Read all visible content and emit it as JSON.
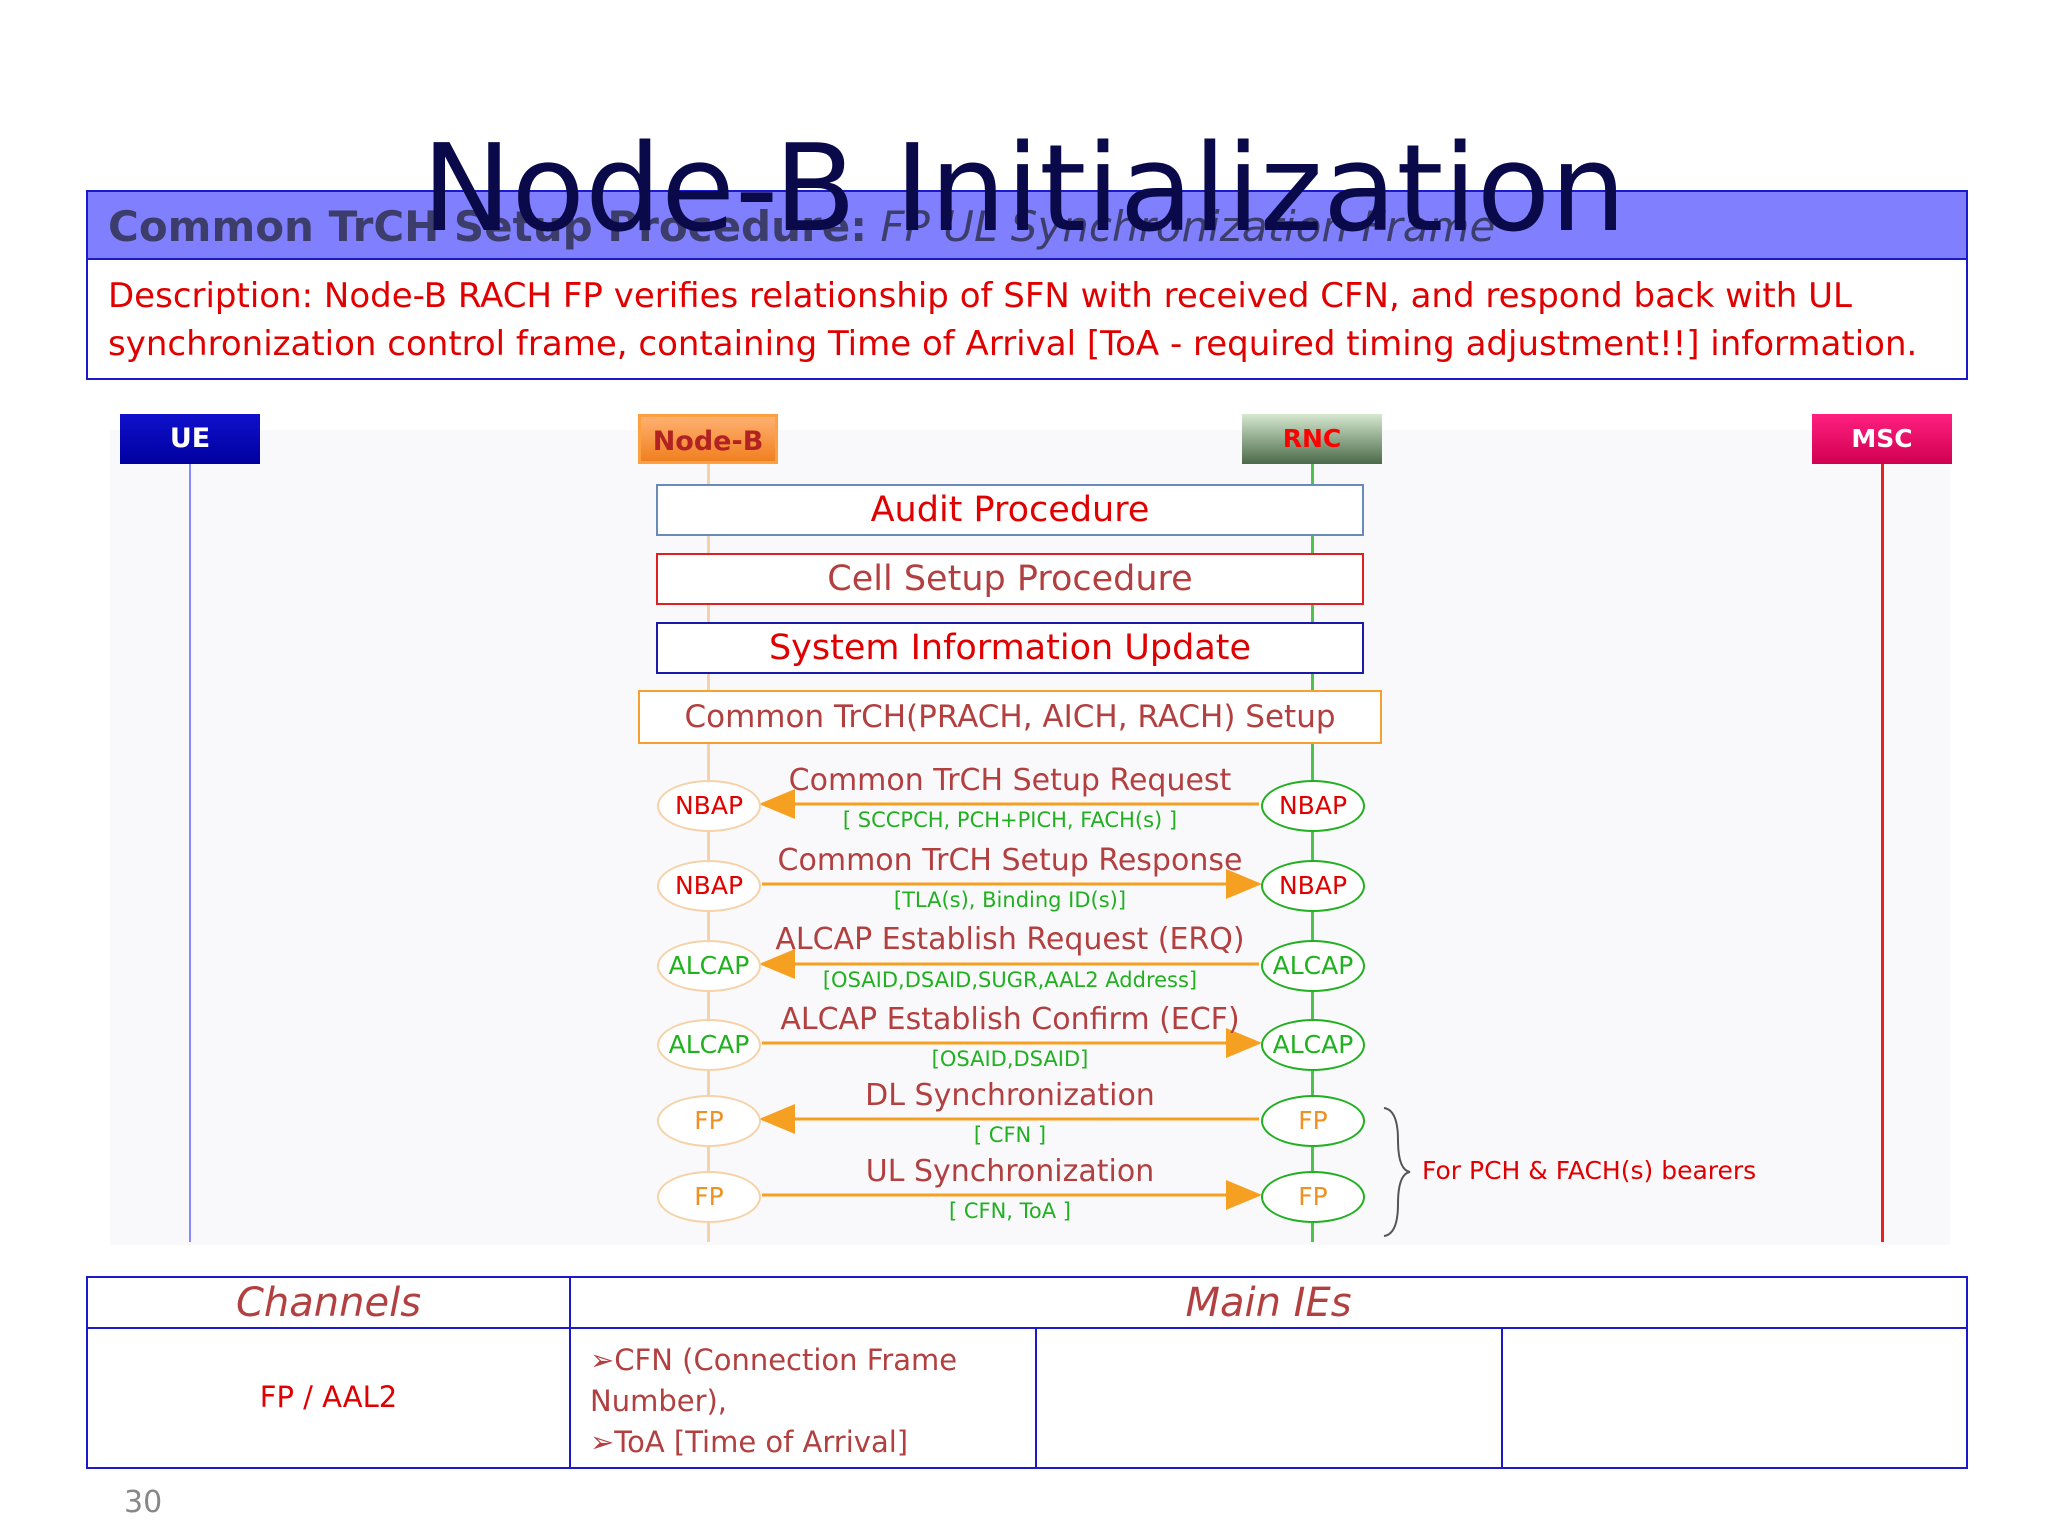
{
  "slide": {
    "title": "Node-B Initialization",
    "header_main": "Common TrCH Setup Procedure:",
    "header_sub": " FP UL Synchronization Frame",
    "description": "Description: Node-B RACH FP verifies relationship of SFN with received CFN, and respond back with UL synchronization control frame, containing Time of Arrival [ToA - required timing adjustment!!] information.",
    "page_number": "30"
  },
  "entities": {
    "ue": "UE",
    "nodeb": "Node-B",
    "rnc": "RNC",
    "msc": "MSC"
  },
  "procedures": {
    "audit": "Audit Procedure",
    "cell_setup": "Cell Setup Procedure",
    "sys_info": "System Information Update",
    "common_trch": "Common TrCH(PRACH, AICH, RACH) Setup"
  },
  "messages": [
    {
      "protocol": "NBAP",
      "label": "Common TrCH Setup Request",
      "params": "[ SCCPCH, PCH+PICH, FACH(s) ]",
      "direction": "rnc-to-nodeb"
    },
    {
      "protocol": "NBAP",
      "label": "Common TrCH Setup Response",
      "params": "[TLA(s), Binding ID(s)]",
      "direction": "nodeb-to-rnc"
    },
    {
      "protocol": "ALCAP",
      "label": "ALCAP Establish Request (ERQ)",
      "params": "[OSAID,DSAID,SUGR,AAL2 Address]",
      "direction": "rnc-to-nodeb"
    },
    {
      "protocol": "ALCAP",
      "label": "ALCAP Establish Confirm (ECF)",
      "params": "[OSAID,DSAID]",
      "direction": "nodeb-to-rnc"
    },
    {
      "protocol": "FP",
      "label": "DL Synchronization",
      "params": "[ CFN ]",
      "direction": "rnc-to-nodeb"
    },
    {
      "protocol": "FP",
      "label": "UL Synchronization",
      "params": "[ CFN, ToA ]",
      "direction": "nodeb-to-rnc"
    }
  ],
  "annotation": "For PCH & FACH(s) bearers",
  "table": {
    "col_channels": "Channels",
    "col_main_ies": "Main IEs",
    "channel_value": "FP / AAL2",
    "ie_line1": "➢CFN (Connection Frame Number),",
    "ie_line2": "➢ToA [Time of Arrival]"
  },
  "colors": {
    "header_bar": "#8080ff",
    "border_blue": "#1a1acc",
    "text_red": "#e00000",
    "text_brown": "#b24040",
    "arrow_orange": "#f5a020",
    "param_green": "#20b020"
  }
}
